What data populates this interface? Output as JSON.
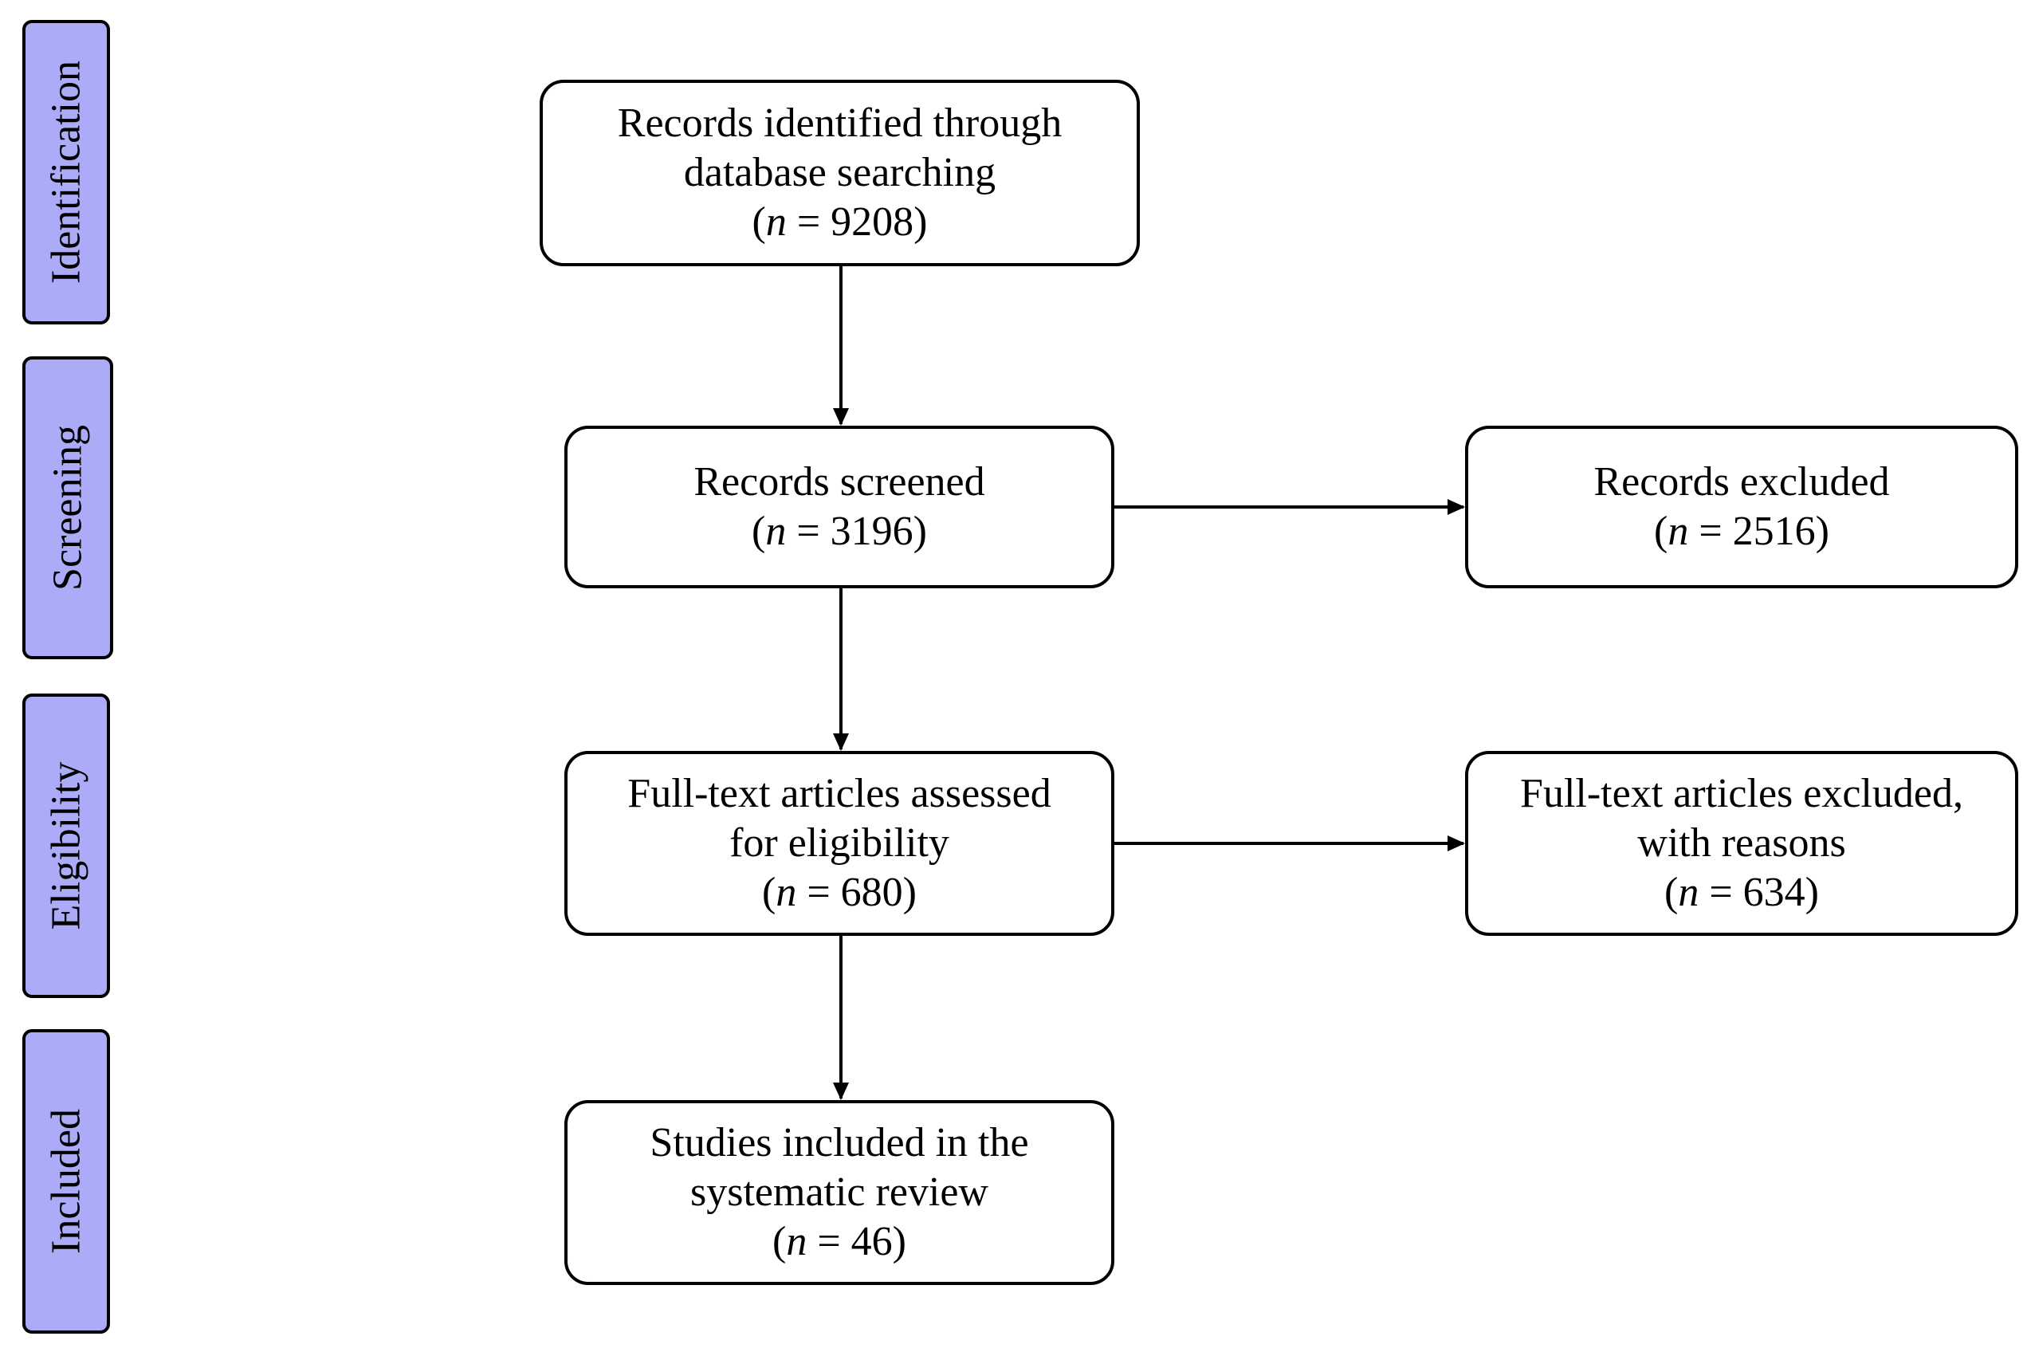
{
  "stages": {
    "identification": "Identification",
    "screening": "Screening",
    "eligibility": "Eligibility",
    "included": "Included"
  },
  "boxes": {
    "identified": {
      "lines": [
        "Records identified through",
        "database searching"
      ],
      "n_prefix": "(",
      "n_var": "n",
      "n_value": " = 9208)"
    },
    "screened": {
      "lines": [
        "Records screened"
      ],
      "n_prefix": "(",
      "n_var": "n",
      "n_value": " = 3196)"
    },
    "excluded": {
      "lines": [
        "Records excluded"
      ],
      "n_prefix": "(",
      "n_var": "n",
      "n_value": " = 2516)"
    },
    "fulltext": {
      "lines": [
        "Full-text articles assessed",
        "for eligibility"
      ],
      "n_prefix": "(",
      "n_var": "n",
      "n_value": " = 680)"
    },
    "ft_excluded": {
      "lines": [
        "Full-text articles excluded,",
        "with reasons"
      ],
      "n_prefix": "(",
      "n_var": "n",
      "n_value": " = 634)"
    },
    "included": {
      "lines": [
        "Studies included in the",
        "systematic review"
      ],
      "n_prefix": "(",
      "n_var": "n",
      "n_value": " = 46)"
    }
  },
  "colors": {
    "stage_fill": "#ababf7",
    "stroke": "#000000",
    "box_fill": "#ffffff"
  }
}
